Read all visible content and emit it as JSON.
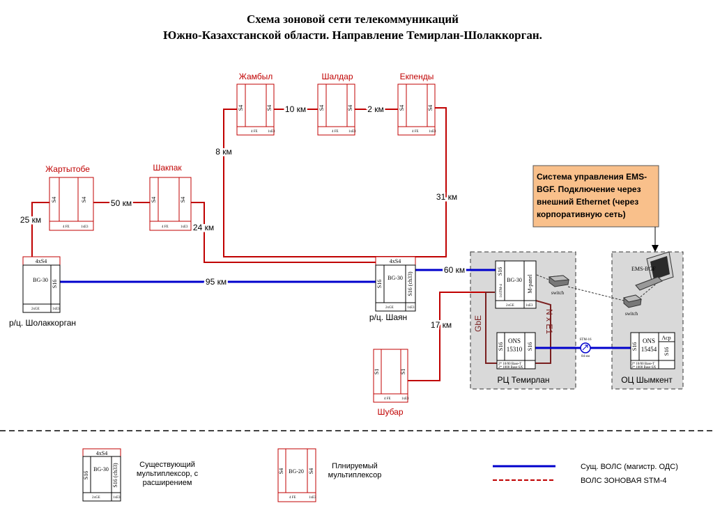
{
  "title": {
    "line1": "Схема зоновой сети телекоммуникаций",
    "line2": "Южно-Казахстанской области. Направление Темирлан-Шолаккорган."
  },
  "colors": {
    "existing_link": "#0000cc",
    "zonal_link": "#c00000",
    "mux_border": "#c00000",
    "gray_area": "#d9d9d9",
    "ems_box": "#f9c08b"
  },
  "sites": {
    "zhambyl": "Жамбыл",
    "shaldar": "Шалдар",
    "ekpendy": "Екпенды",
    "zhartytobe": "Жартытобе",
    "shakpak": "Шакпак",
    "sholakkorgan": "р/ц. Шолаккорган",
    "shayan": "р/ц. Шаян",
    "shubar": "Шубар",
    "temirlan": "РЦ Темирлан",
    "shymkent": "ОЦ Шымкент"
  },
  "distances": {
    "zhambyl_shaldar": "10 км",
    "shaldar_ekpendy": "2 км",
    "zhartytobe_shakpak": "50 км",
    "zhambyl_shayan": "8 км",
    "ekpendy_shayan": "31 км",
    "zhartytobe_sholak": "25 км",
    "shakpak_shayan": "24 км",
    "sholak_shayan": "95 км",
    "shayan_temirlan": "60 км",
    "shubar_temirlan": "17 км"
  },
  "mux_labels": {
    "s4": "S4",
    "s16": "S16",
    "s1": "S1",
    "s16_ch": "S16 (ch33)",
    "s4x4": "4xS4",
    "bg30": "BG-30",
    "bg20": "BG-20",
    "ons15310": "ONS 15310",
    "ons15454": "ONS 15454",
    "m_panel": "M-panel",
    "acp": "Acp",
    "small_4fe": "4 FE",
    "small_2ge": "2xGE",
    "small_1xe3": "1xE3",
    "small_gbe1": "2* 10/00 Base-T",
    "small_gbe2": "2* 1000 Base-SX",
    "small_e1": "E3",
    "stm4": "1xSTM-4",
    "xstm4": "1xSTM-4"
  },
  "ems": {
    "text": "Система управления EMS-BGF. Подключение через внешний Ethernet (через корпоративную сеть)",
    "line1": "Система управления EMS-",
    "line2": "BGF. Подключение через",
    "line3": "внешний Ethernet (через",
    "line4": "корпоративную сеть)",
    "pc_label": "EMS-BGF"
  },
  "switch_label": "switch",
  "gbe_label": "GbE",
  "nxe1_label": "N x E1",
  "stm16_label": "STM-16",
  "stm16_km": "84 км",
  "legend": {
    "existing_mux": "Существующий мультиплексор, с расширением",
    "existing_mux_l1": "Существующий",
    "existing_mux_l2": "мультиплексор, с",
    "existing_mux_l3": "расширением",
    "planned_mux": "Плнируемый мультиплексор",
    "planned_mux_l1": "Плнируемый",
    "planned_mux_l2": "мультиплексор",
    "existing_link": "Сущ. ВОЛС (магистр. ОДС)",
    "zonal_link": "ВОЛС ЗОНОВАЯ STM-4"
  }
}
